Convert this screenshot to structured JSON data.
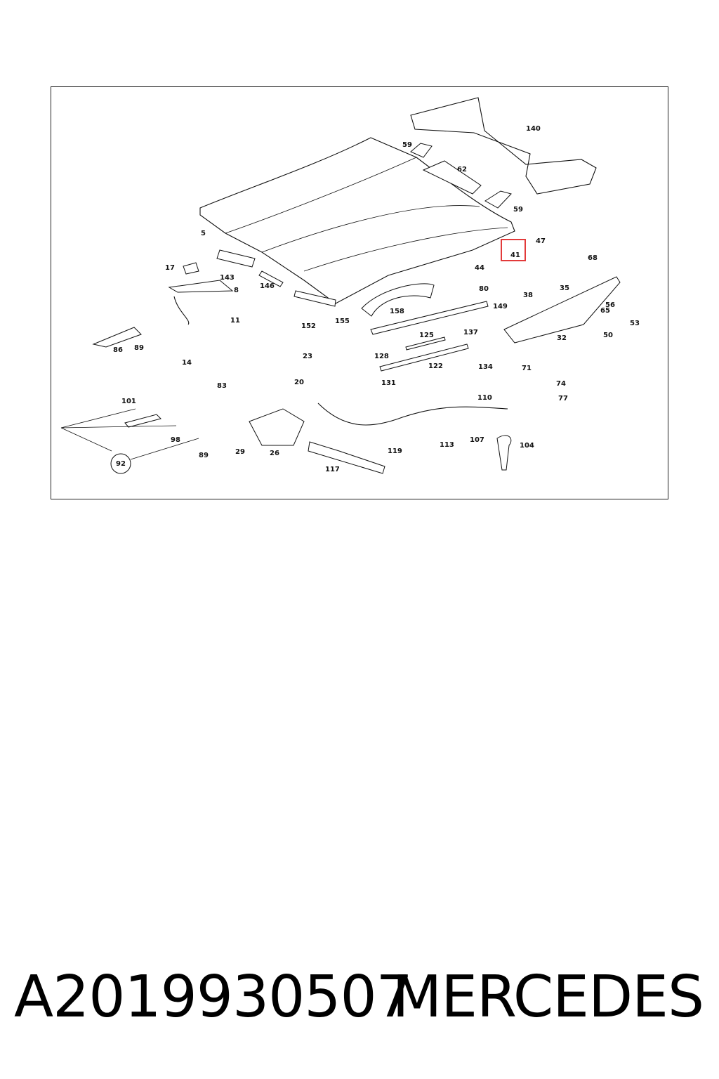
{
  "caption": {
    "part_number": "A2019930507",
    "brand": "MERCEDES"
  },
  "diagram": {
    "highlight_color": "#e23a3a",
    "highlighted_label": "41",
    "callouts": [
      "140",
      "59",
      "62",
      "59",
      "5",
      "47",
      "41",
      "68",
      "17",
      "143",
      "44",
      "146",
      "8",
      "38",
      "35",
      "80",
      "149",
      "65",
      "56",
      "53",
      "11",
      "158",
      "152",
      "155",
      "86",
      "89",
      "137",
      "125",
      "50",
      "32",
      "23",
      "128",
      "122",
      "134",
      "71",
      "14",
      "20",
      "83",
      "131",
      "74",
      "77",
      "101",
      "110",
      "98",
      "29",
      "26",
      "119",
      "113",
      "107",
      "104",
      "89",
      "92",
      "117"
    ]
  }
}
